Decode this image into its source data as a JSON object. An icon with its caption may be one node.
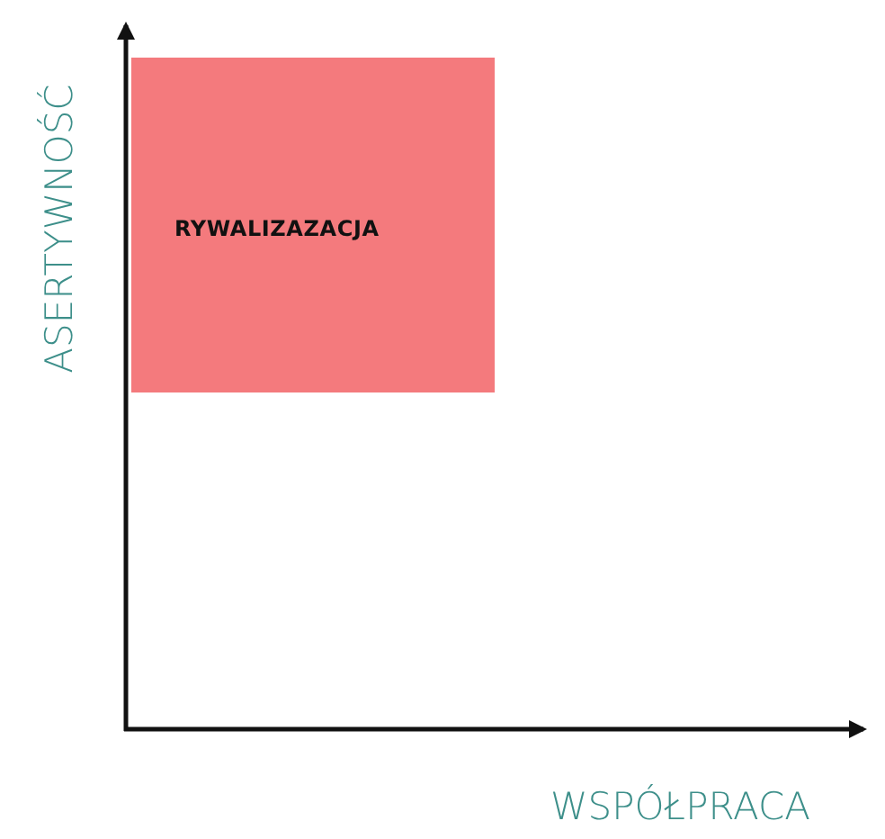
{
  "diagram": {
    "nodes": [
      {
        "text": [
          "RYWALIZAZACJA"
        ]
      }
    ],
    "labels": [
      "ASERTYWNOŚĆ",
      "WSPÓŁPRACA"
    ]
  }
}
